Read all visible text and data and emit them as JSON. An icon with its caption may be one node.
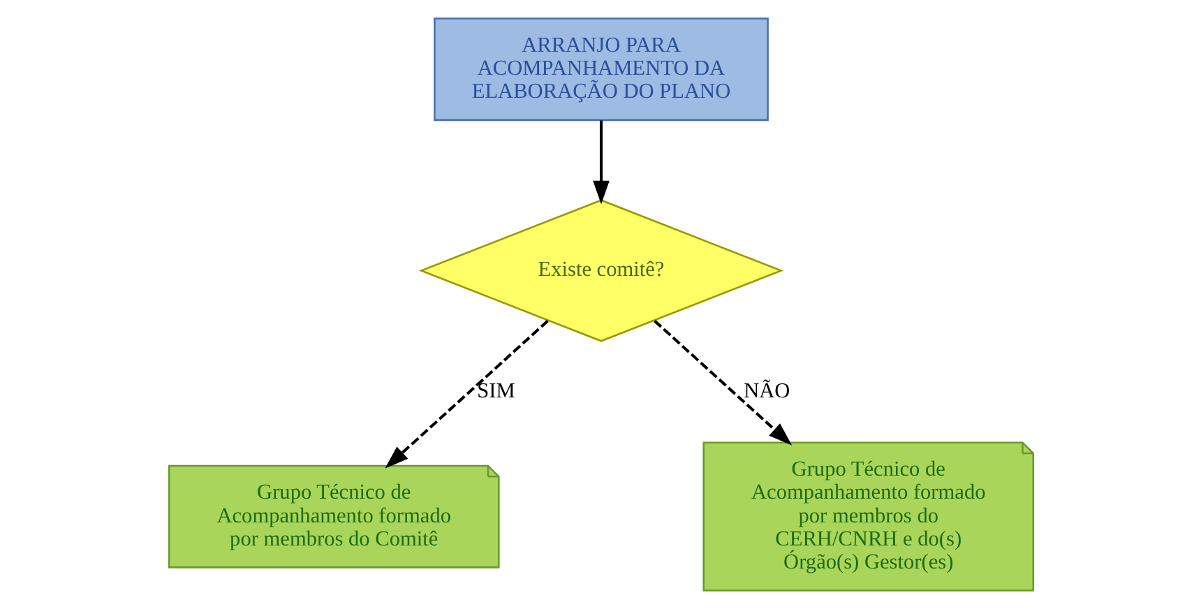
{
  "diagram": {
    "nodes": [
      {
        "text": [
          "ARRANJO PARA ACOMPANHAMENTO DA ELABORAÇÃO DO PLANO"
        ]
      },
      {
        "text": [
          "Existe comitê?"
        ]
      },
      {
        "text": [
          "Grupo Técnico de Acompanhamento formado por membros do Comitê"
        ]
      },
      {
        "text": [
          "Grupo Técnico de Acompanhamento formado por membros do CERH/CNRH e do(s) Órgão(s) Gestor(es)"
        ]
      }
    ],
    "edges": [
      {
        "from": 0,
        "to": 1,
        "arrow": "to"
      },
      {
        "from": 1,
        "to": 2,
        "arrow": "to",
        "label": "SIM",
        "style": "dashed"
      },
      {
        "from": 1,
        "to": 3,
        "arrow": "to",
        "label": "NÃO",
        "style": "dashed"
      }
    ]
  }
}
